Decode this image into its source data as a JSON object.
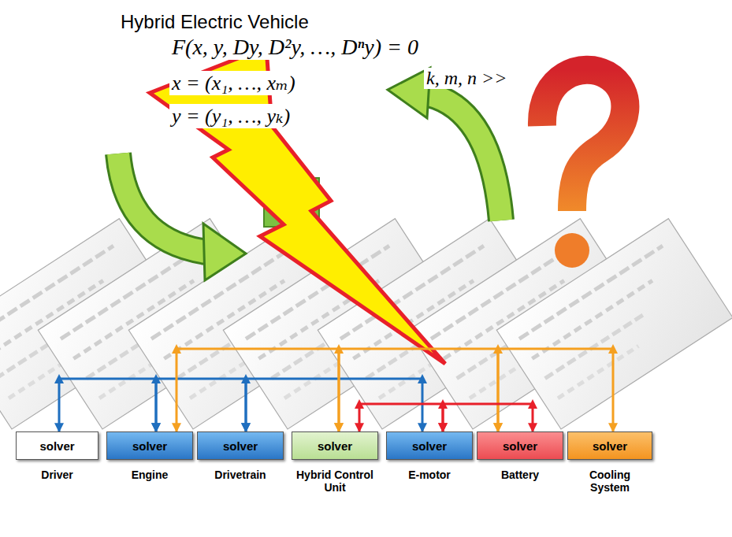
{
  "diagram": {
    "title": "Hybrid Electric Vehicle",
    "nodes": [
      {
        "text": [
          "solver",
          "Driver"
        ]
      },
      {
        "text": [
          "solver",
          "Engine"
        ]
      },
      {
        "text": [
          "solver",
          "Drivetrain"
        ]
      },
      {
        "text": [
          "solver",
          "Hybrid Control Unit"
        ]
      },
      {
        "text": [
          "solver",
          "E-motor"
        ]
      },
      {
        "text": [
          "solver",
          "Battery"
        ]
      },
      {
        "text": [
          "solver",
          "Cooling System"
        ]
      }
    ],
    "edges": [
      {
        "from": 0,
        "to": 1,
        "arrow": "both"
      },
      {
        "from": 1,
        "to": 2,
        "arrow": "both"
      },
      {
        "from": 2,
        "to": 4,
        "arrow": "both"
      },
      {
        "from": 1,
        "to": 3,
        "arrow": "both"
      },
      {
        "from": 3,
        "to": 5,
        "arrow": "both"
      },
      {
        "from": 5,
        "to": 6,
        "arrow": "both"
      },
      {
        "from": 3,
        "to": 4,
        "arrow": "both"
      },
      {
        "from": 4,
        "to": 5,
        "arrow": "both"
      }
    ],
    "labels": [
      "F(x, y, Dy, D²y, …, Dⁿy) = 0",
      "x = (x₁, …, xₘ)",
      "y = (y₁, …, yₖ)",
      "k, m, n >>"
    ]
  }
}
